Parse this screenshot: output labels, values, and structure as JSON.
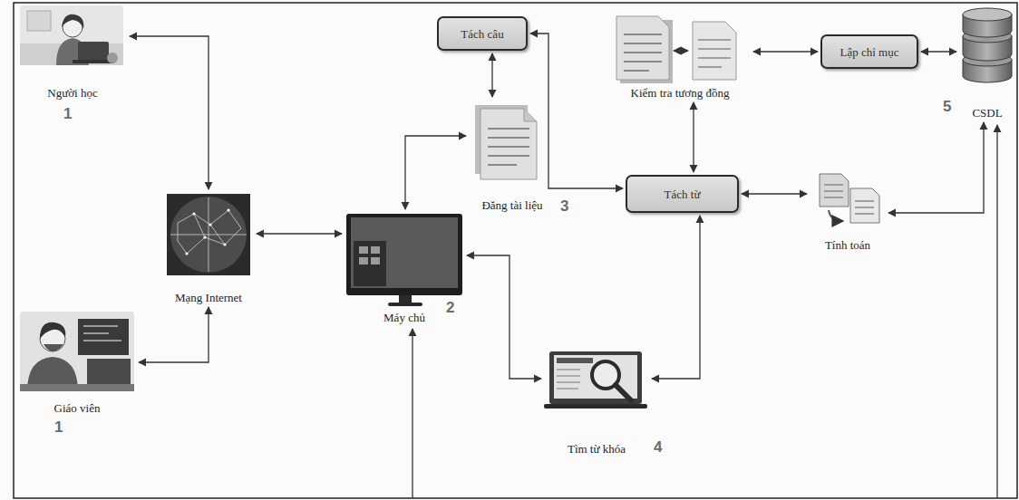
{
  "diagram": {
    "nodes": [
      {
        "text": [
          "Tách câu"
        ]
      },
      {
        "text": [
          "Kiểm tra tương đồng"
        ]
      },
      {
        "text": [
          "Lập chỉ mục"
        ]
      },
      {
        "text": [
          "CSDL"
        ]
      },
      {
        "text": [
          "Người học"
        ]
      },
      {
        "text": [
          "Mạng Internet"
        ]
      },
      {
        "text": [
          "Giáo viên"
        ]
      },
      {
        "text": [
          "Máy chủ"
        ]
      },
      {
        "text": [
          "Đăng tài liệu"
        ]
      },
      {
        "text": [
          "Tách từ"
        ]
      },
      {
        "text": [
          "Tính toán"
        ]
      },
      {
        "text": [
          "Tìm từ khóa"
        ]
      }
    ],
    "edges": [
      {
        "from": 4,
        "to": 5,
        "arrow": "both"
      },
      {
        "from": 6,
        "to": 5,
        "arrow": "both"
      },
      {
        "from": 5,
        "to": 7,
        "arrow": "both"
      },
      {
        "from": 7,
        "to": 8,
        "arrow": "both"
      },
      {
        "from": 0,
        "to": 8,
        "arrow": "both"
      },
      {
        "from": 0,
        "to": 9,
        "arrow": "both"
      },
      {
        "from": 1,
        "to": 9,
        "arrow": "both"
      },
      {
        "from": 1,
        "to": 2,
        "arrow": "both"
      },
      {
        "from": 2,
        "to": 3,
        "arrow": "both"
      },
      {
        "from": 9,
        "to": 10,
        "arrow": "both"
      },
      {
        "from": 10,
        "to": 3,
        "arrow": "both"
      },
      {
        "from": 7,
        "to": 11,
        "arrow": "both"
      },
      {
        "from": 11,
        "to": 9,
        "arrow": "both"
      }
    ],
    "labels": [
      "1",
      "1",
      "2",
      "3",
      "4",
      "5"
    ]
  }
}
